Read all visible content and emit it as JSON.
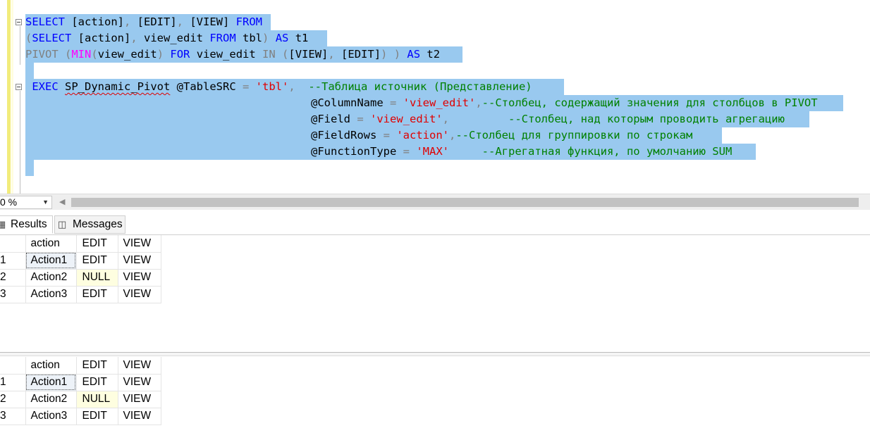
{
  "editor": {
    "lines": [
      [
        "SELECT",
        " [action]",
        ",",
        " [EDIT]",
        ",",
        " [VIEW] ",
        "FROM"
      ],
      [
        "(",
        "SELECT",
        " [action]",
        ",",
        " view_edit ",
        "FROM",
        " tbl",
        ")",
        " ",
        "AS",
        " t1"
      ],
      [
        "PIVOT",
        " (",
        "MIN",
        "(",
        "view_edit",
        ")",
        " ",
        "FOR",
        " view_edit ",
        "IN",
        " (",
        "[VIEW]",
        ",",
        " [EDIT]",
        ")",
        " ) ",
        "AS",
        " t2"
      ],
      [
        " ",
        "EXEC",
        " ",
        "SP_Dynamic_Pivot",
        " @TableSRC ",
        "=",
        " ",
        "'tbl'",
        ",",
        "  --Таблица источник (Представление)"
      ],
      [
        "@ColumnName ",
        "=",
        " ",
        "'view_edit'",
        ",",
        "--Столбец, содержащий значения для столбцов в PIVOT"
      ],
      [
        "@Field ",
        "=",
        " ",
        "'view_edit'",
        ",",
        "         --Столбец, над которым проводить агрегацию"
      ],
      [
        "@FieldRows ",
        "=",
        " ",
        "'action'",
        ",",
        "--Столбец для группировки по строкам"
      ],
      [
        "@FunctionType ",
        "=",
        " ",
        "'MAX'",
        "     --Агрегатная функция, по умолчанию SUM"
      ]
    ]
  },
  "status_bar": {
    "zoom_value": "0 %",
    "zoom_dropdown_icon": "caret-down-icon",
    "scroll_left_icon": "arrow-left-icon"
  },
  "tabs": {
    "results_label": "Results",
    "results_icon": "grid-icon",
    "messages_label": "Messages",
    "messages_icon": "messages-icon"
  },
  "grid1": {
    "columns": [
      "action",
      "EDIT",
      "VIEW"
    ],
    "rows": [
      {
        "n": "1",
        "action": "Action1",
        "edit": "EDIT",
        "view": "VIEW"
      },
      {
        "n": "2",
        "action": "Action2",
        "edit": "NULL",
        "view": "VIEW"
      },
      {
        "n": "3",
        "action": "Action3",
        "edit": "EDIT",
        "view": "VIEW"
      }
    ]
  },
  "grid2": {
    "columns": [
      "action",
      "EDIT",
      "VIEW"
    ],
    "rows": [
      {
        "n": "1",
        "action": "Action1",
        "edit": "EDIT",
        "view": "VIEW"
      },
      {
        "n": "2",
        "action": "Action2",
        "edit": "NULL",
        "view": "VIEW"
      },
      {
        "n": "3",
        "action": "Action3",
        "edit": "EDIT",
        "view": "VIEW"
      }
    ]
  },
  "colors": {
    "selection": "#99c9ef",
    "keyword": "#0000ff",
    "string": "#e00000",
    "comment": "#008000",
    "function": "#ff00ff",
    "null_cell": "#fefee0"
  }
}
